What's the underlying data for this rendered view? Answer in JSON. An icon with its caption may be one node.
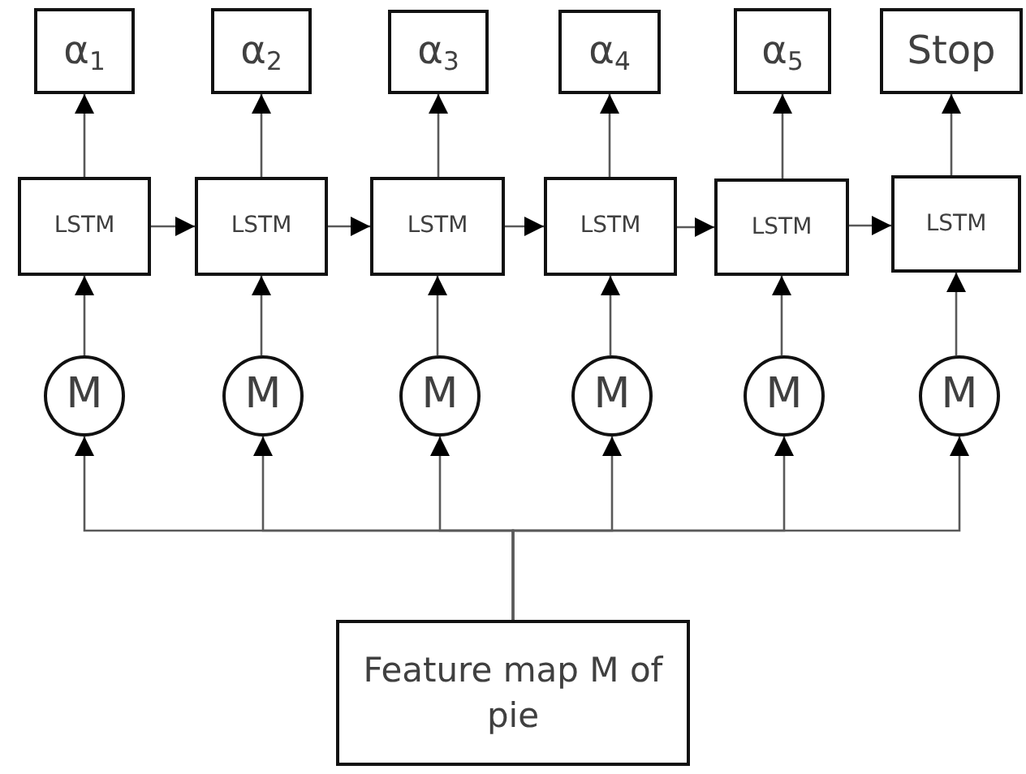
{
  "diagram": {
    "nodes": [
      {
        "text": [
          "α$_{1}$"
        ]
      },
      {
        "text": [
          "α$_{2}$"
        ]
      },
      {
        "text": [
          "α$_{3}$"
        ]
      },
      {
        "text": [
          "α$_{4}$"
        ]
      },
      {
        "text": [
          "α$_{5}$"
        ]
      },
      {
        "text": [
          "Stop"
        ]
      },
      {
        "text": [
          "LSTM"
        ]
      },
      {
        "text": [
          "LSTM"
        ]
      },
      {
        "text": [
          "LSTM"
        ]
      },
      {
        "text": [
          "LSTM"
        ]
      },
      {
        "text": [
          "LSTM"
        ]
      },
      {
        "text": [
          "LSTM"
        ]
      },
      {
        "text": [
          "M"
        ]
      },
      {
        "text": [
          "M"
        ]
      },
      {
        "text": [
          "M"
        ]
      },
      {
        "text": [
          "M"
        ]
      },
      {
        "text": [
          "M"
        ]
      },
      {
        "text": [
          "M"
        ]
      },
      {
        "text": [
          "Feature map M of pie"
        ]
      }
    ],
    "edges": [
      {
        "from": 6,
        "to": 0,
        "arrow": "to"
      },
      {
        "from": 7,
        "to": 1,
        "arrow": "to"
      },
      {
        "from": 8,
        "to": 2,
        "arrow": "to"
      },
      {
        "from": 9,
        "to": 3,
        "arrow": "to"
      },
      {
        "from": 10,
        "to": 4,
        "arrow": "to"
      },
      {
        "from": 11,
        "to": 5,
        "arrow": "to"
      },
      {
        "from": 6,
        "to": 7,
        "arrow": "to"
      },
      {
        "from": 7,
        "to": 8,
        "arrow": "to"
      },
      {
        "from": 8,
        "to": 9,
        "arrow": "to"
      },
      {
        "from": 9,
        "to": 10,
        "arrow": "to"
      },
      {
        "from": 10,
        "to": 11,
        "arrow": "to"
      },
      {
        "from": 12,
        "to": 6,
        "arrow": "to"
      },
      {
        "from": 13,
        "to": 7,
        "arrow": "to"
      },
      {
        "from": 14,
        "to": 8,
        "arrow": "to"
      },
      {
        "from": 15,
        "to": 9,
        "arrow": "to"
      },
      {
        "from": 16,
        "to": 10,
        "arrow": "to"
      },
      {
        "from": 17,
        "to": 11,
        "arrow": "to"
      },
      {
        "from": 18,
        "to": 12,
        "arrow": "to"
      },
      {
        "from": 18,
        "to": 13,
        "arrow": "to"
      },
      {
        "from": 18,
        "to": 14,
        "arrow": "to"
      },
      {
        "from": 18,
        "to": 15,
        "arrow": "to"
      },
      {
        "from": 18,
        "to": 16,
        "arrow": "to"
      },
      {
        "from": 18,
        "to": 17,
        "arrow": "to"
      }
    ]
  }
}
